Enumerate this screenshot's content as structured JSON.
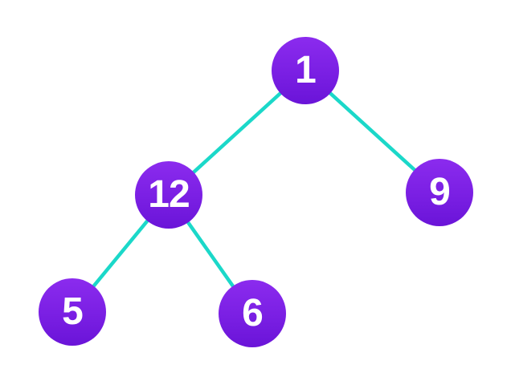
{
  "diagram": {
    "type": "binary-tree",
    "nodes": [
      {
        "id": "node-1",
        "label": "1",
        "parent": null,
        "side": "root"
      },
      {
        "id": "node-12",
        "label": "12",
        "parent": "1",
        "side": "left"
      },
      {
        "id": "node-9",
        "label": "9",
        "parent": "1",
        "side": "right"
      },
      {
        "id": "node-5",
        "label": "5",
        "parent": "12",
        "side": "left"
      },
      {
        "id": "node-6",
        "label": "6",
        "parent": "12",
        "side": "right"
      }
    ],
    "edges": [
      {
        "from": "1",
        "to": "12"
      },
      {
        "from": "1",
        "to": "9"
      },
      {
        "from": "12",
        "to": "5"
      },
      {
        "from": "12",
        "to": "6"
      }
    ]
  },
  "colors": {
    "background": "#ffffff",
    "node_gradient_top": "#8b2bee",
    "node_gradient_bottom": "#6a14d8",
    "edge": "#1bd8c9",
    "node_text": "#ffffff"
  }
}
